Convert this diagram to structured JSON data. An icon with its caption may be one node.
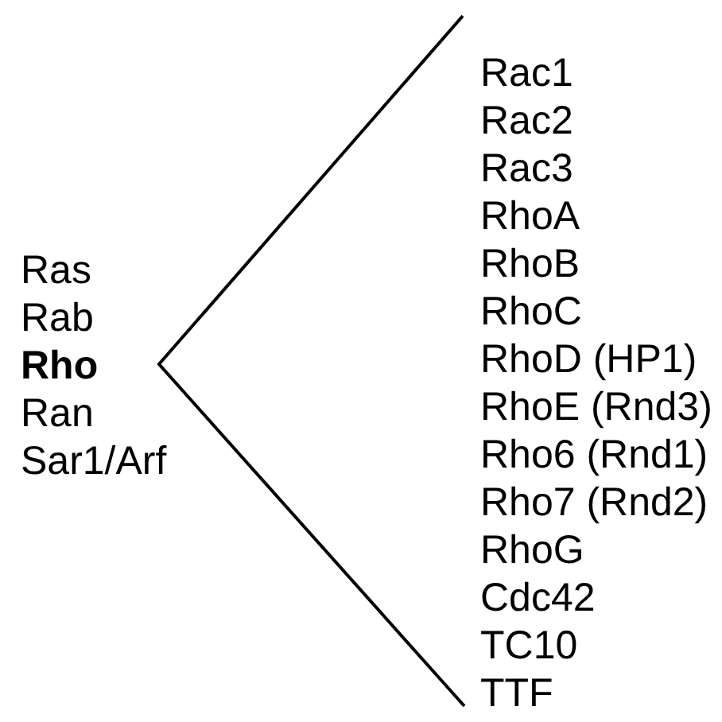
{
  "diagram": {
    "labels": [
      "Ras",
      "Rab",
      "Rho",
      "Ran",
      "Sar1/Arf",
      "Rac1",
      "Rac2",
      "Rac3",
      "RhoA",
      "RhoB",
      "RhoC",
      "RhoD (HP1)",
      "RhoE (Rnd3)",
      "Rho6 (Rnd1)",
      "Rho7 (Rnd2)",
      "RhoG",
      "Cdc42",
      "TC10",
      "TTF"
    ]
  }
}
